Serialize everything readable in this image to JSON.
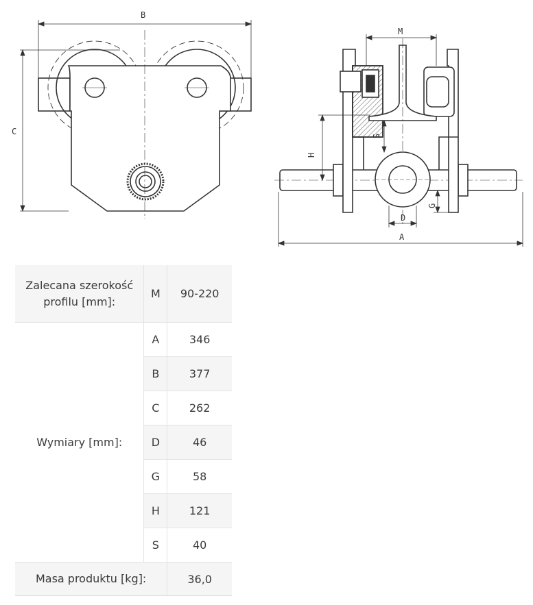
{
  "front_view": {
    "dim_b": "B",
    "dim_c": "C"
  },
  "side_view": {
    "dim_m": "M",
    "dim_h": "H",
    "dim_s": "S",
    "dim_d": "D",
    "dim_g": "G",
    "dim_a": "A"
  },
  "table": {
    "profile_label": "Zalecana szerokość profilu [mm]:",
    "profile_symbol": "M",
    "profile_value": "90-220",
    "dimensions_label": "Wymiary [mm]:",
    "dimensions": [
      {
        "symbol": "A",
        "value": "346"
      },
      {
        "symbol": "B",
        "value": "377"
      },
      {
        "symbol": "C",
        "value": "262"
      },
      {
        "symbol": "D",
        "value": "46"
      },
      {
        "symbol": "G",
        "value": "58"
      },
      {
        "symbol": "H",
        "value": "121"
      },
      {
        "symbol": "S",
        "value": "40"
      }
    ],
    "mass_label": "Masa produktu [kg]:",
    "mass_value": "36,0"
  }
}
